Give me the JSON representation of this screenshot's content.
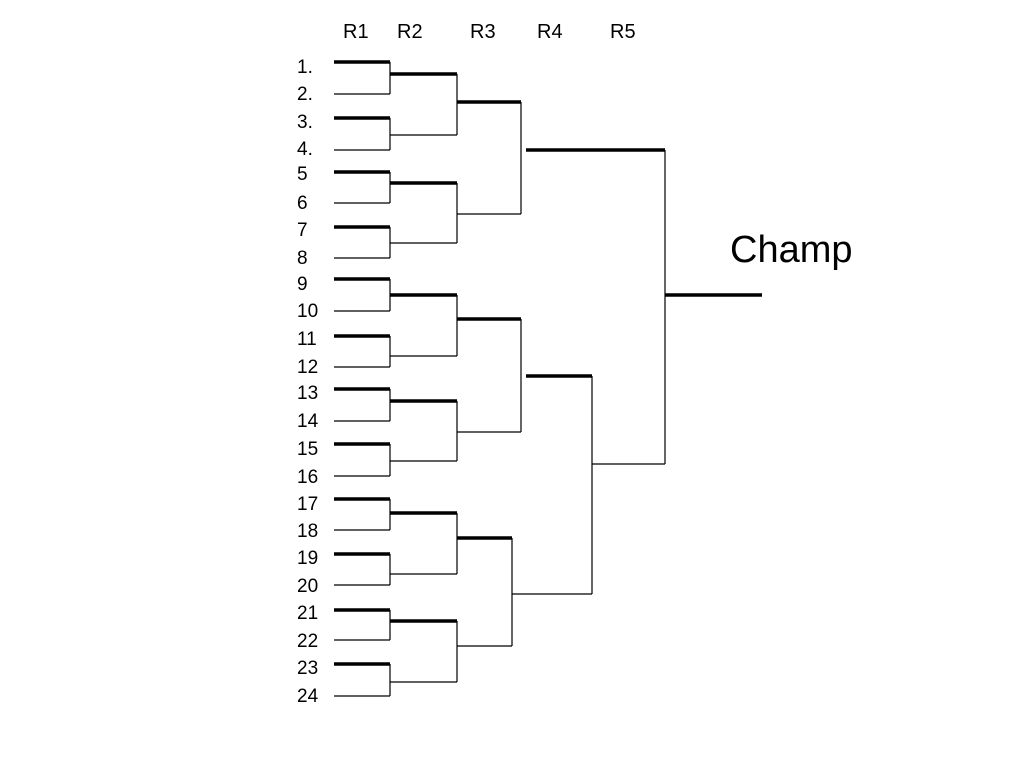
{
  "rounds": [
    "R1",
    "R2",
    "R3",
    "R4",
    "R5"
  ],
  "seeds": [
    "1.",
    "2.",
    "3.",
    "4.",
    "5",
    "6",
    "7",
    "8",
    "9",
    "10",
    "11",
    "12",
    "13",
    "14",
    "15",
    "16",
    "17",
    "18",
    "19",
    "20",
    "21",
    "22",
    "23",
    "24"
  ],
  "champion_label": "Champ",
  "colors": {
    "line": "#000000",
    "background": "#ffffff"
  }
}
